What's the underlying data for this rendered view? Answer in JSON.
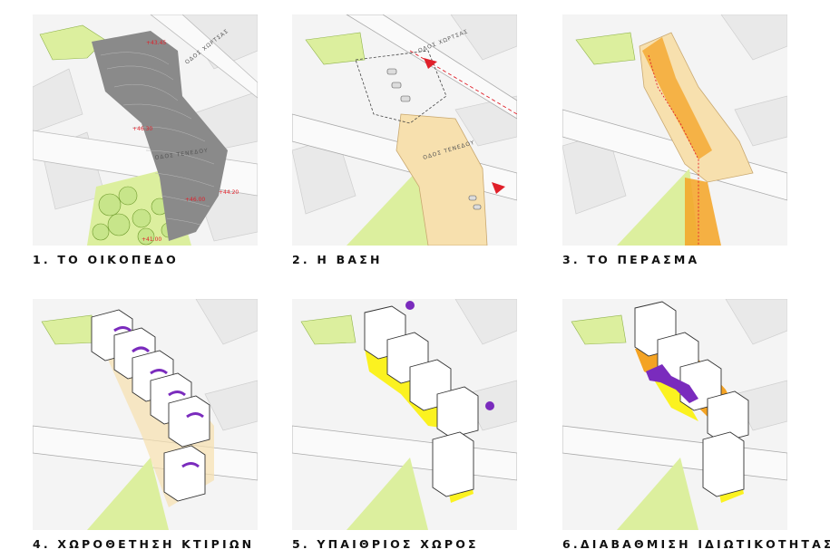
{
  "panels": [
    {
      "caption": "1. ΤΟ  ΟΙΚΟΠΕΔΟ",
      "elevations": [
        "+43.45",
        "+46.30",
        "+46.00",
        "+44.20",
        "+41.00"
      ],
      "roads": [
        "ΟΔΟΣ ΧΩΡΤΣΑΣ",
        "ΟΔΟΣ ΤΕΝΕΔΟΥ"
      ]
    },
    {
      "caption": "2. Η  ΒΑΣΗ",
      "roads": [
        "ΟΔΟΣ ΧΩΡΤΣΑΣ",
        "ΟΔΟΣ ΤΕΝΕΔΟΥ"
      ]
    },
    {
      "caption": "3. ΤΟ  ΠΕΡΑΣΜΑ"
    },
    {
      "caption": "4. ΧΩΡΟΘΕΤΗΣΗ  ΚΤΙΡΙΩΝ"
    },
    {
      "caption": "5. ΥΠΑΙΘΡΙΟΣ  ΧΩΡΟΣ"
    },
    {
      "caption": "6.ΔΙΑΒΑΘΜΙΣΗ  ΙΔΙΩΤΙΚΟΤΗΤΑΣ"
    }
  ],
  "colors": {
    "green": "#dcef9e",
    "sand": "#f7e0ae",
    "orange": "#f4a323",
    "yellow": "#fbf220",
    "purple": "#7a2bbd",
    "red": "#e0202a",
    "terrain": "#8a8a8a"
  }
}
